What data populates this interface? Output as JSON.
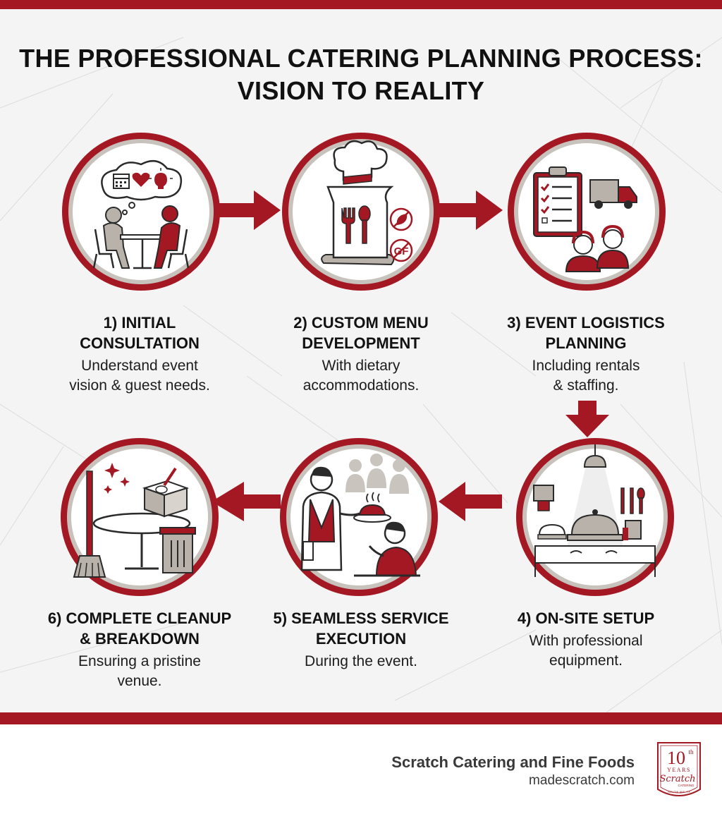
{
  "title": {
    "line1": "THE PROFESSIONAL CATERING PLANNING PROCESS:",
    "line2": "VISION TO REALITY"
  },
  "steps": [
    {
      "heading1": "1) INITIAL",
      "heading2": "CONSULTATION",
      "desc1": "Understand event",
      "desc2": "vision & guest needs."
    },
    {
      "heading1": "2) CUSTOM MENU",
      "heading2": "DEVELOPMENT",
      "desc1": "With dietary",
      "desc2": "accommodations."
    },
    {
      "heading1": "3) EVENT LOGISTICS",
      "heading2": "PLANNING",
      "desc1": "Including rentals",
      "desc2": "& staffing."
    },
    {
      "heading1": "4) ON-SITE SETUP",
      "heading2": "",
      "desc1": "With professional",
      "desc2": "equipment."
    },
    {
      "heading1": "5) SEAMLESS SERVICE",
      "heading2": "EXECUTION",
      "desc1": "During the event.",
      "desc2": ""
    },
    {
      "heading1": "6) COMPLETE CLEANUP",
      "heading2": "& BREAKDOWN",
      "desc1": "Ensuring a pristine",
      "desc2": "venue."
    }
  ],
  "icons": {
    "gf_label": "GF"
  },
  "footer": {
    "brand": "Scratch Catering and Fine Foods",
    "url": "madescratch.com",
    "badge": {
      "number": "10",
      "unit": "th",
      "years": "YEARS",
      "script": "Scratch",
      "sub": "CATERING",
      "location": "SOUTHLAKE, TX"
    }
  },
  "colors": {
    "accent": "#a31822",
    "ring_gray": "#c7c2bc",
    "icon_gray": "#b8b2ab",
    "dark": "#2a2a2a"
  }
}
